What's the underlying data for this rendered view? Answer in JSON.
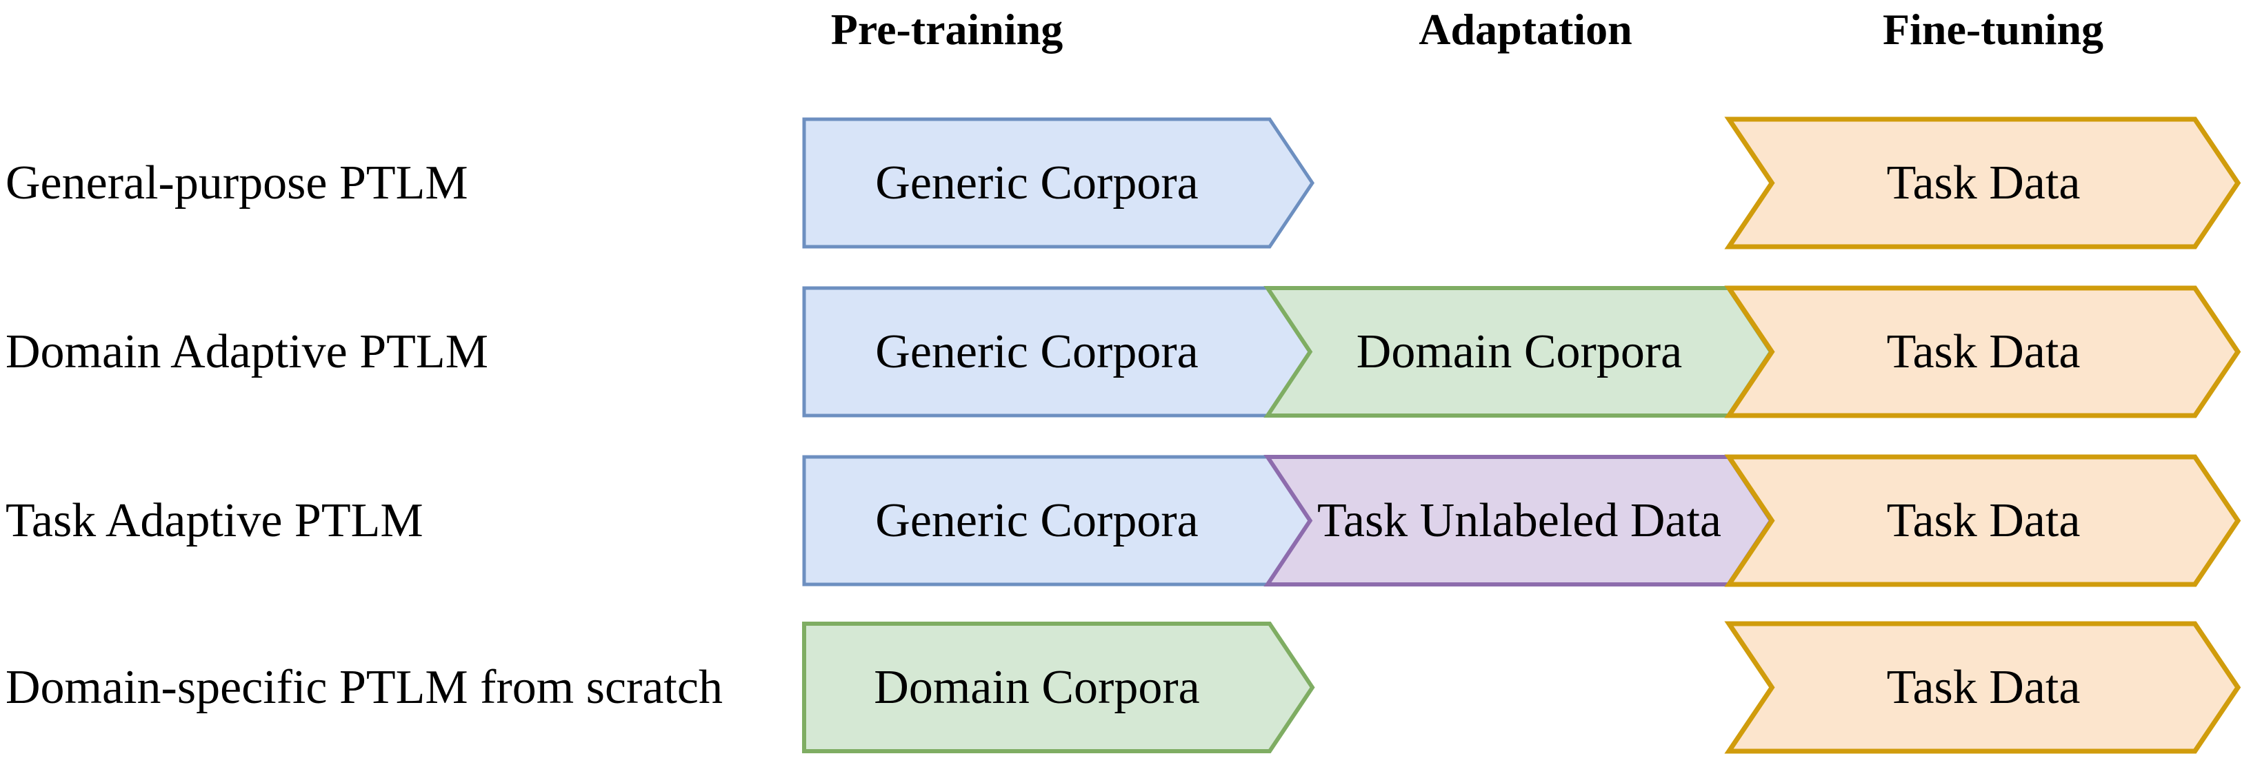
{
  "headers": {
    "pretraining": "Pre-training",
    "adaptation": "Adaptation",
    "finetuning": "Fine-tuning"
  },
  "schemes": {
    "blue": {
      "fill": "#d8e4f8",
      "stroke": "#6d8fc0"
    },
    "green": {
      "fill": "#d5e8d4",
      "stroke": "#7fad63"
    },
    "purple": {
      "fill": "#ded3ea",
      "stroke": "#8d6cad"
    },
    "orange": {
      "fill": "#fce5cd",
      "stroke": "#d09c0c"
    }
  },
  "rows": [
    {
      "label": "General-purpose PTLM",
      "arrows": [
        {
          "text": "Generic Corpora",
          "scheme": "blue",
          "stage": "pretraining"
        },
        {
          "text": "Task Data",
          "scheme": "orange",
          "stage": "finetuning"
        }
      ]
    },
    {
      "label": "Domain Adaptive PTLM",
      "arrows": [
        {
          "text": "Generic Corpora",
          "scheme": "blue",
          "stage": "pretraining"
        },
        {
          "text": "Domain Corpora",
          "scheme": "green",
          "stage": "adaptation"
        },
        {
          "text": "Task Data",
          "scheme": "orange",
          "stage": "finetuning"
        }
      ]
    },
    {
      "label": "Task Adaptive PTLM",
      "arrows": [
        {
          "text": "Generic Corpora",
          "scheme": "blue",
          "stage": "pretraining"
        },
        {
          "text": "Task Unlabeled Data",
          "scheme": "purple",
          "stage": "adaptation"
        },
        {
          "text": "Task Data",
          "scheme": "orange",
          "stage": "finetuning"
        }
      ]
    },
    {
      "label": "Domain-specific PTLM from scratch",
      "arrows": [
        {
          "text": "Domain Corpora",
          "scheme": "green",
          "stage": "pretraining"
        },
        {
          "text": "Task Data",
          "scheme": "orange",
          "stage": "finetuning"
        }
      ]
    }
  ]
}
